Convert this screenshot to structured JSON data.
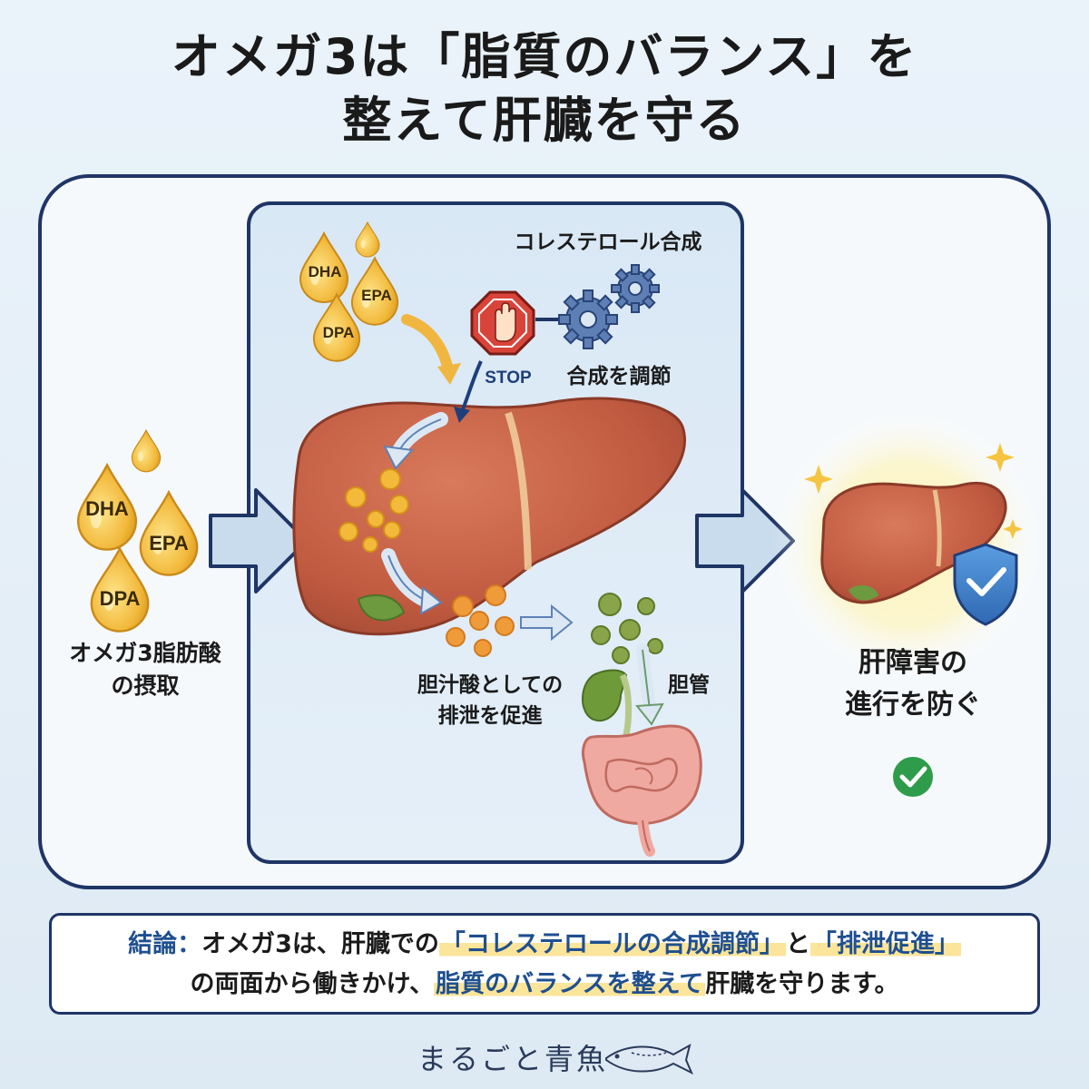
{
  "title": {
    "line1": "オメガ3は「脂質のバランス」を",
    "line2": "整えて肝臓を守る"
  },
  "intake": {
    "drops": [
      "DHA",
      "EPA",
      "DPA"
    ],
    "label_line1": "オメガ3脂肪酸",
    "label_line2": "の摂取"
  },
  "center": {
    "cholesterol_label": "コレステロール合成",
    "stop_label": "STOP",
    "regulate_label": "合成を調節",
    "drops": [
      "DHA",
      "EPA",
      "DPA"
    ],
    "excretion_line1": "胆汁酸としての",
    "excretion_line2": "排泄を促進",
    "bile_duct_label": "胆管"
  },
  "result": {
    "label_line1": "肝障害の",
    "label_line2": "進行を防ぐ"
  },
  "conclusion": {
    "head": "結論：",
    "text1": "オメガ3は、肝臓での",
    "hl1": "「コレステロールの合成調節」",
    "text2": "と",
    "hl2": "「排泄促進」",
    "text3": "の両面から働きかけ、",
    "hl3": "脂質のバランスを整えて",
    "text4": "肝臓を守ります。"
  },
  "brand": "まるごと青魚",
  "colors": {
    "navy": "#1f3566",
    "liver": "#c8634a",
    "drop": "#f2b93b",
    "arrow_fill": "#c9dced",
    "shield": "#3f7fc8",
    "check_green": "#2e9c4a",
    "stop_red": "#d9443a"
  },
  "icons": [
    "oil-drop-icon",
    "stop-sign-icon",
    "gear-icon",
    "liver-icon",
    "gallbladder-icon",
    "intestine-icon",
    "shield-check-icon",
    "check-circle-icon",
    "sparkle-icon",
    "fish-icon"
  ]
}
